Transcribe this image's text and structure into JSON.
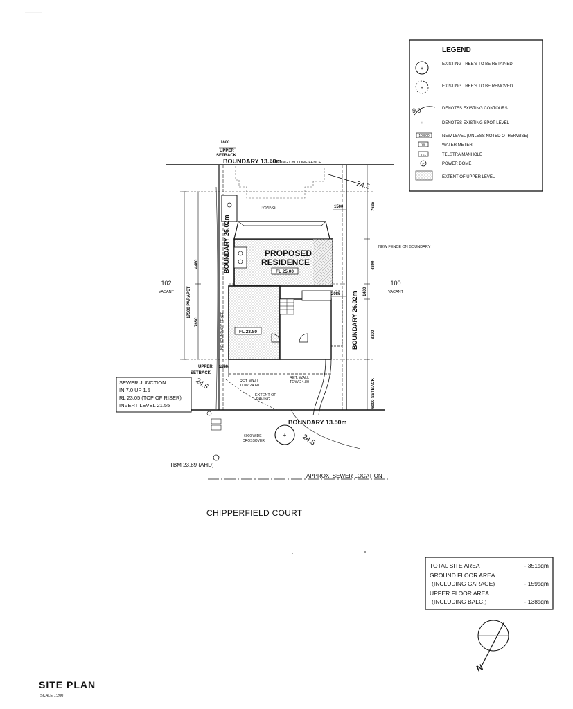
{
  "legend": {
    "title": "LEGEND",
    "items": [
      "EXISTING TREE'S TO BE RETAINED",
      "EXISTING TREE'S TO BE REMOVED",
      "DENOTES EXISTING CONTOURS",
      "DENOTES EXISTING SPOT LEVEL",
      "NEW LEVEL (UNLESS NOTED OTHERWISE)",
      "WATER METER",
      "TELSTRA MANHOLE",
      "POWER DOME",
      "EXTENT OF UPPER LEVEL"
    ],
    "contour_sample": "9.0",
    "new_level_sample": "10.500",
    "water_meter_symbol": "W",
    "telstra_symbol": "TEL",
    "power_dome_symbol": "P"
  },
  "plan": {
    "boundary_top": "BOUNDARY 13.50m",
    "boundary_bottom": "BOUNDARY 13.50m",
    "boundary_left": "BOUNDARY 26.02m",
    "boundary_right": "BOUNDARY 26.02m",
    "existing_fence": "EXISTING CYCLONE FENCE",
    "new_fence": "NEW FENCE ON BOUNDARY",
    "no_boundary_fence": "NO BOUNDARY FENCE",
    "proposed_residence": [
      "PROPOSED",
      "RESIDENCE"
    ],
    "fl_upper": "FL 25.00",
    "fl_lower": "FL 23.80",
    "paving": "PAVING",
    "upper_setback_top_value": "1800",
    "upper_setback_top": [
      "UPPER",
      "SETBACK"
    ],
    "upper_setback_bottom": [
      "UPPER",
      "SETBACK"
    ],
    "upper_setback_bottom_value": "1190",
    "dim_1500": "1500",
    "dim_2085": "2085",
    "dim_1400": "1400",
    "dim_7625": "7625",
    "dim_4800": "4800",
    "dim_8200": "8200",
    "dim_6000_setback": "6000 SETBACK",
    "dim_17500_parapet": "17500 PARAPET",
    "dim_4480": "4480",
    "dim_7650": "7650",
    "lot_left_number": "102",
    "lot_left_label": "VACANT",
    "lot_right_number": "100",
    "lot_right_label": "VACANT",
    "contour_top": "24.5",
    "contour_left": "24.5",
    "contour_bottom": "24.5",
    "ret_wall_left": [
      "RET. WALL",
      "TOW 24.60"
    ],
    "ret_wall_right": [
      "RET. WALL",
      "TOW 24.80"
    ],
    "extent_paving": [
      "EXTENT OF",
      "PAVING"
    ],
    "crossover": [
      "6000 WIDE",
      "CROSSOVER"
    ],
    "tbm": "TBM 23.89 (AHD)",
    "sewer_location": "APPROX. SEWER LOCATION",
    "street": "CHIPPERFIELD     COURT",
    "sewer_box": [
      "SEWER JUNCTION",
      "IN 7.0 UP 1.5",
      "RL 23.05 (TOP OF RISER)",
      "INVERT LEVEL 21.55"
    ]
  },
  "areas": {
    "rows": [
      {
        "label": "TOTAL SITE AREA",
        "label2": "",
        "value": "- 351sqm"
      },
      {
        "label": "GROUND FLOOR AREA",
        "label2": "(INCLUDING GARAGE)",
        "value": "- 159sqm"
      },
      {
        "label": "UPPER FLOOR AREA",
        "label2": "(INCLUDING BALC.)",
        "value": "- 138sqm"
      }
    ]
  },
  "north": "N",
  "title": "SITE PLAN",
  "scale": "SCALE 1:200"
}
